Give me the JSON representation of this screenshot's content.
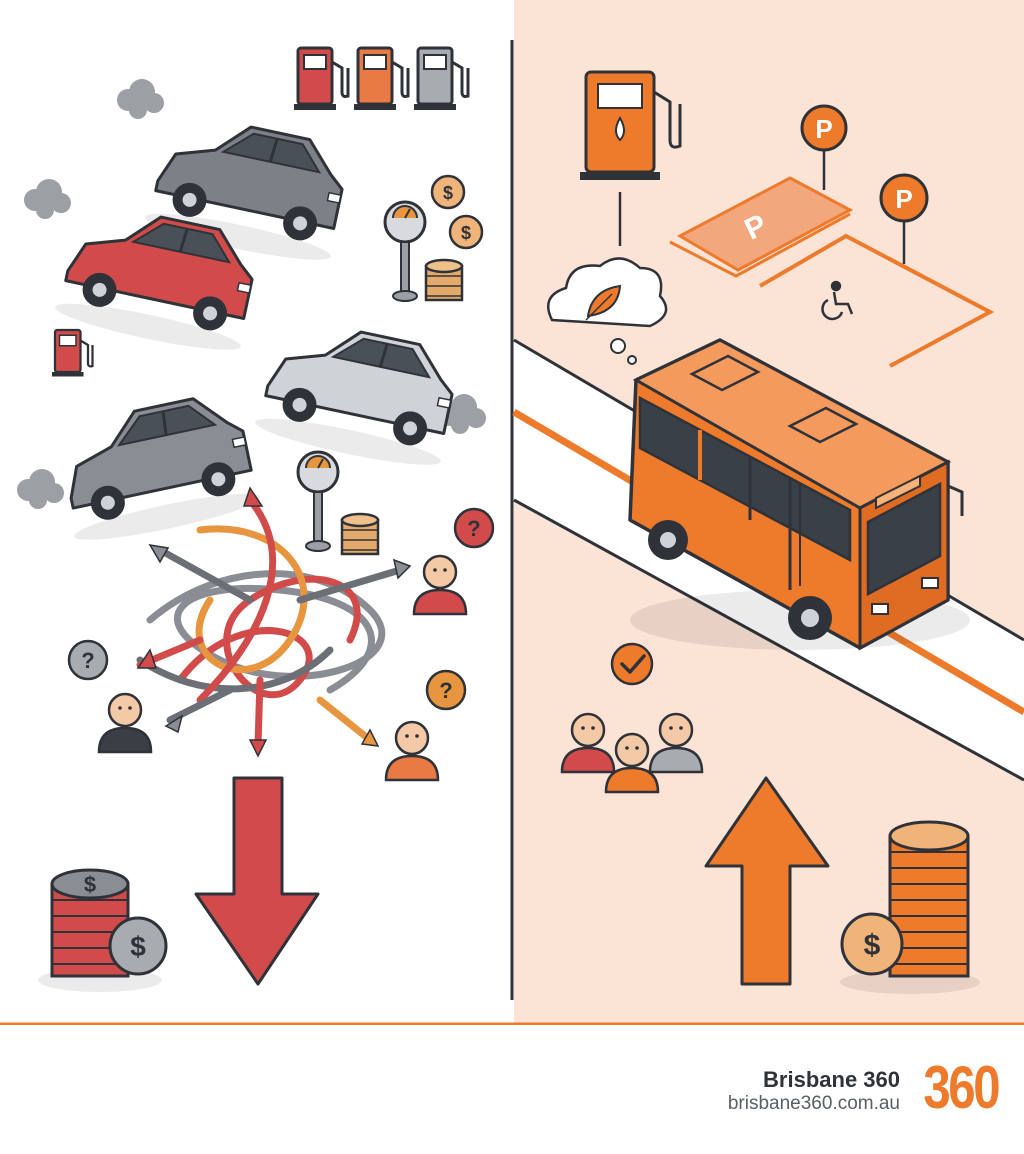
{
  "footer": {
    "brand_name": "Brisbane 360",
    "brand_url": "brisbane360.com.au",
    "logo_text": "360"
  },
  "icons": {
    "parking_sign_letter": "P",
    "currency_symbol": "$",
    "question_mark": "?"
  },
  "colors": {
    "accent_orange": "#ee7a2c",
    "negative_red": "#d24b4b",
    "right_panel_bg": "#fbe3d6",
    "dark_outline": "#2f3339"
  }
}
